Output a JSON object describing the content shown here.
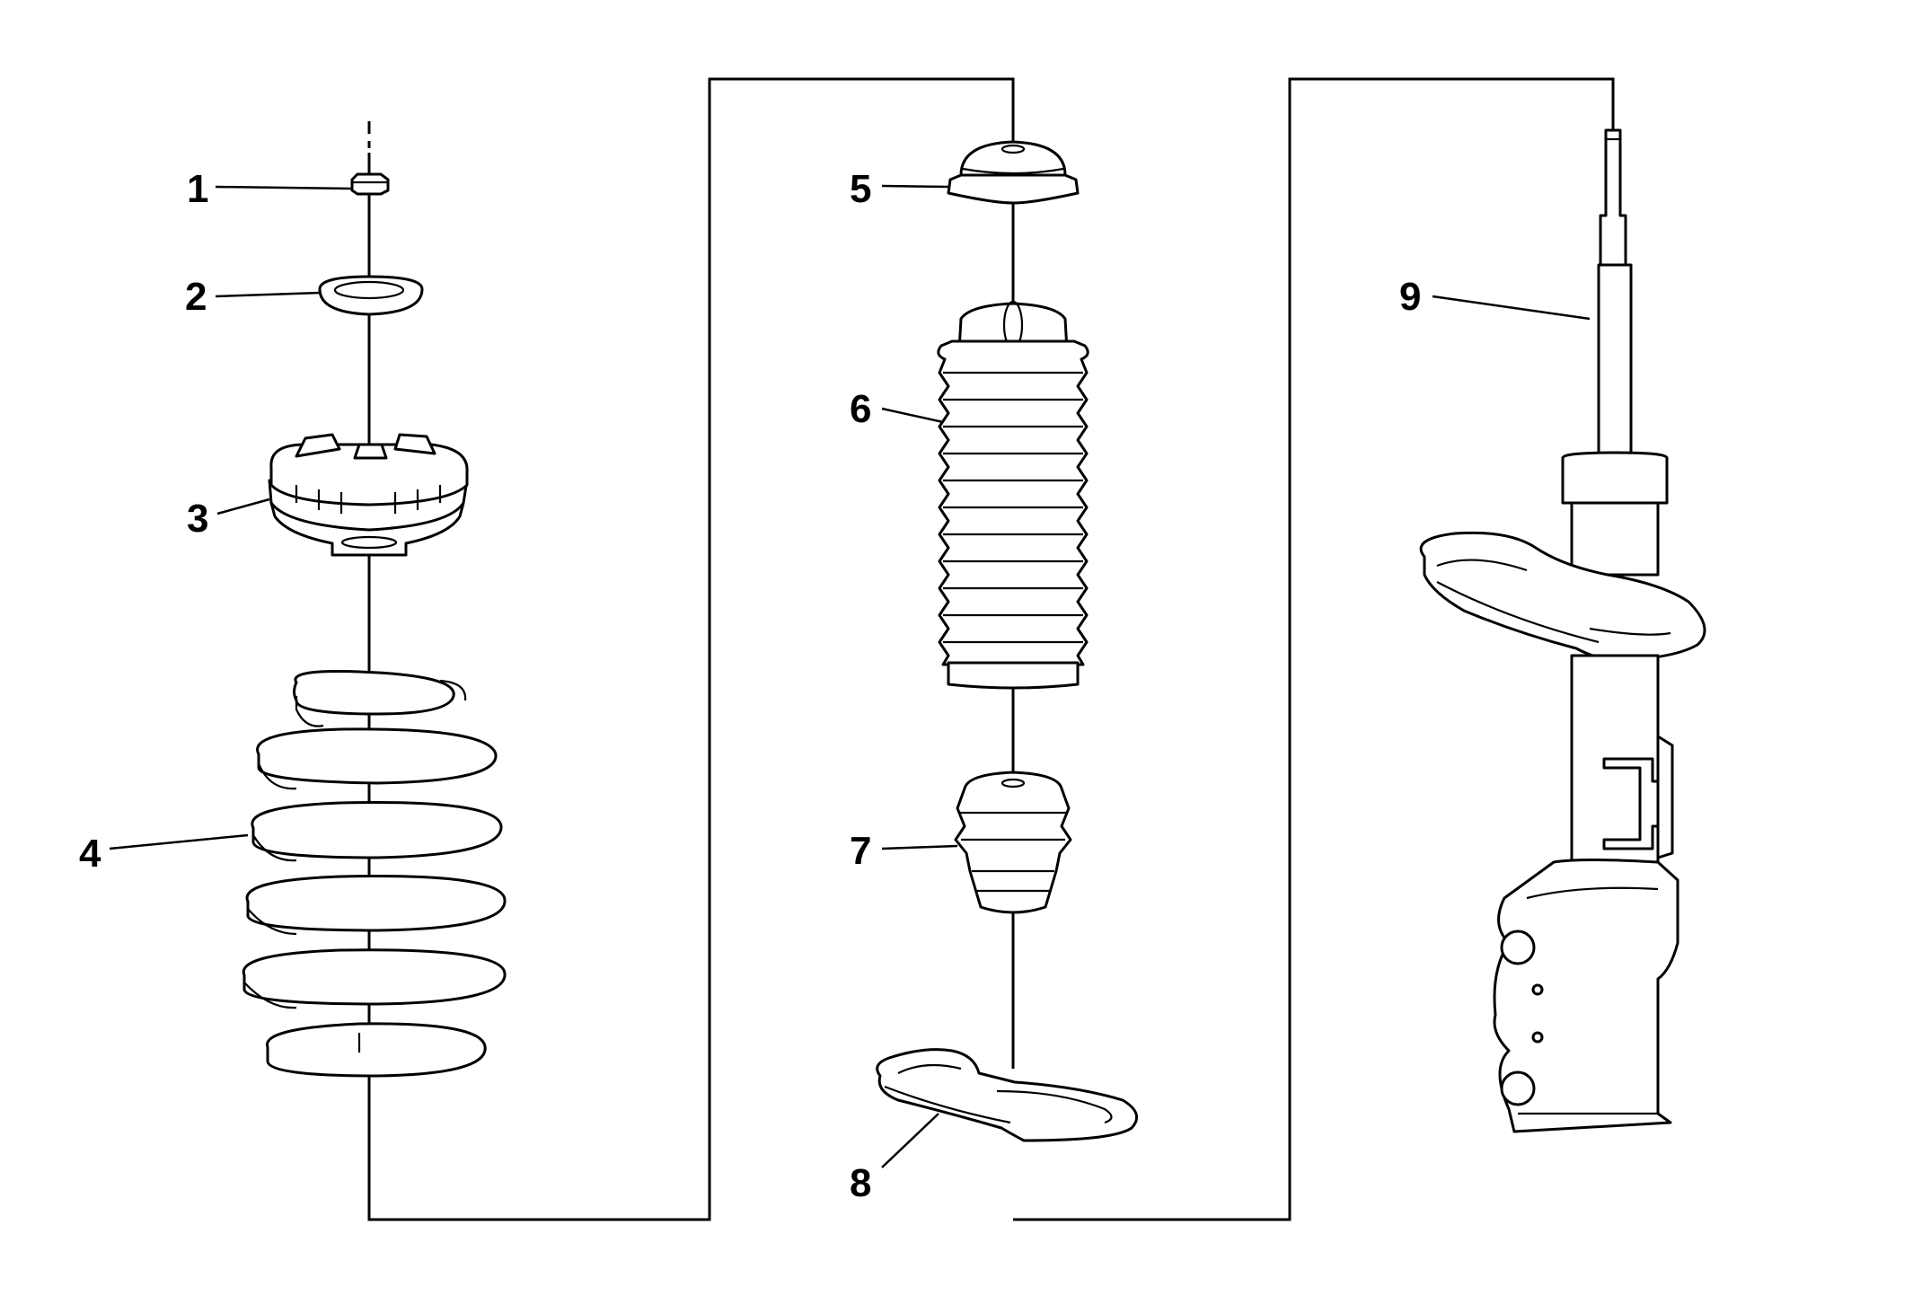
{
  "diagram": {
    "callouts": [
      {
        "id": 1,
        "label": "1"
      },
      {
        "id": 2,
        "label": "2"
      },
      {
        "id": 3,
        "label": "3"
      },
      {
        "id": 4,
        "label": "4"
      },
      {
        "id": 5,
        "label": "5"
      },
      {
        "id": 6,
        "label": "6"
      },
      {
        "id": 7,
        "label": "7"
      },
      {
        "id": 8,
        "label": "8"
      },
      {
        "id": 9,
        "label": "9"
      }
    ],
    "colors": {
      "line": "#000000",
      "background": "#ffffff"
    }
  }
}
